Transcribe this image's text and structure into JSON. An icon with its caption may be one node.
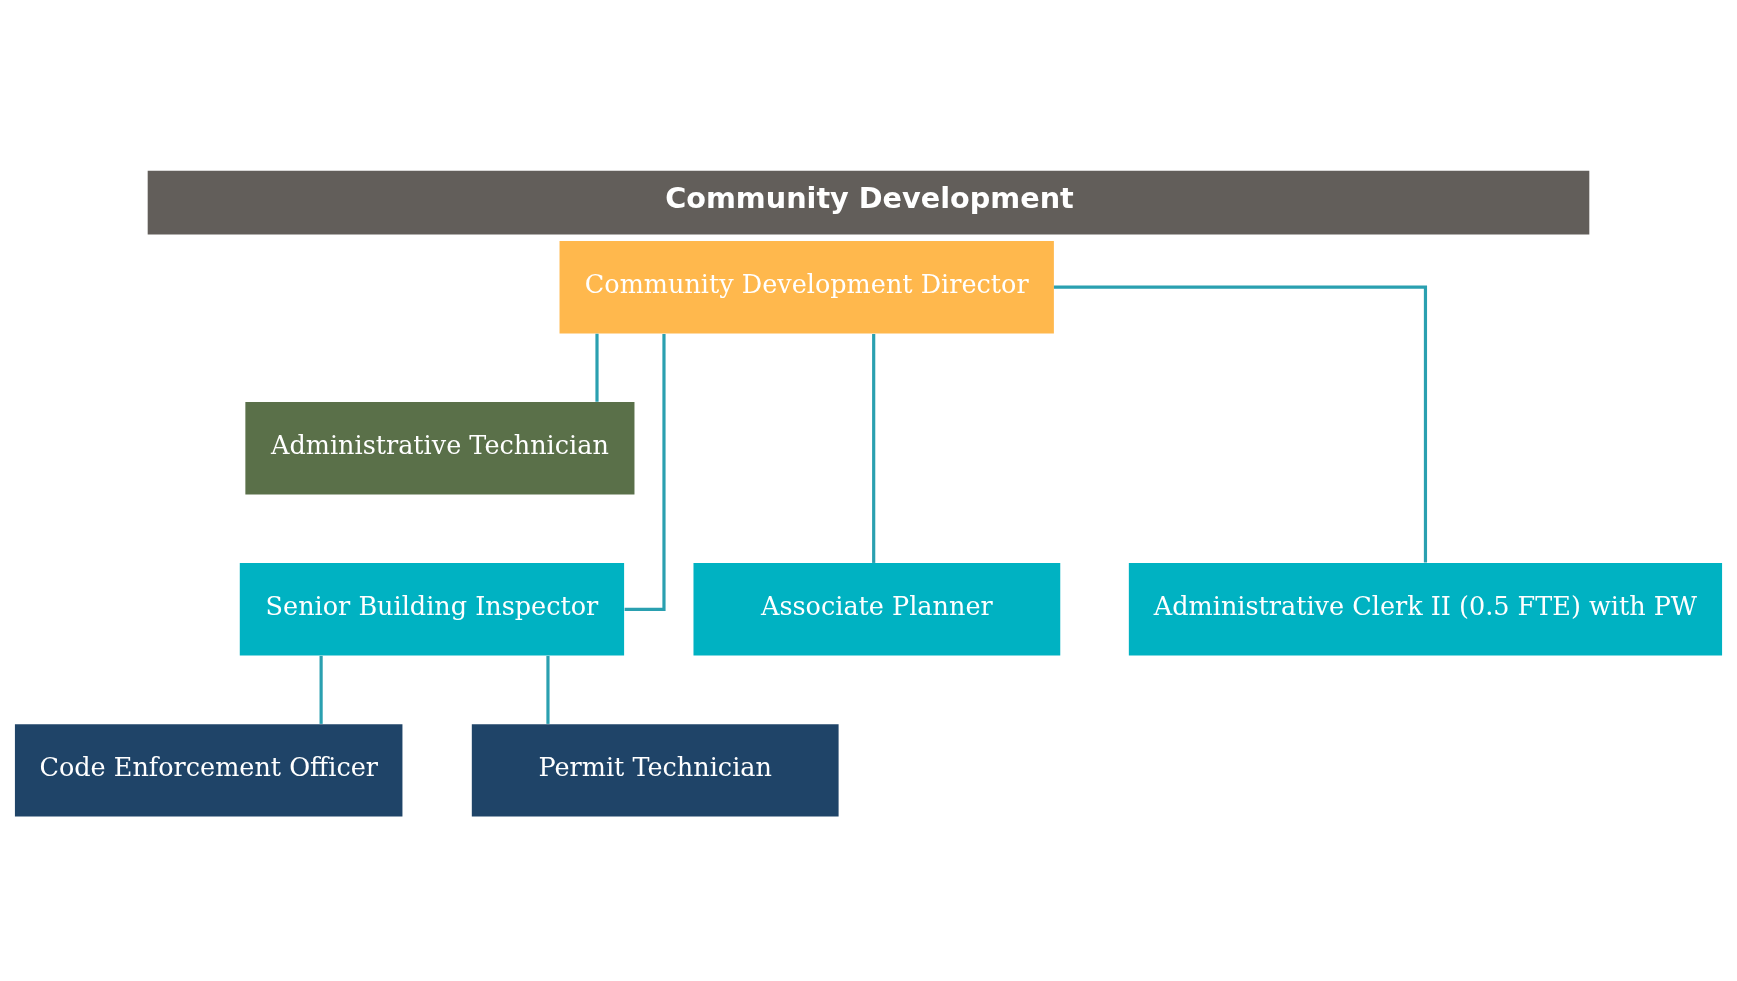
{
  "diagram": {
    "title": "Community Development",
    "nodes": [
      {
        "text": [
          "Community Development Director"
        ]
      },
      {
        "text": [
          "Administrative Technician"
        ]
      },
      {
        "text": [
          "Senior Building Inspector"
        ]
      },
      {
        "text": [
          "Associate Planner"
        ]
      },
      {
        "text": [
          "Administrative Clerk II (0.5 FTE) with PW"
        ]
      },
      {
        "text": [
          "Code Enforcement Officer"
        ]
      },
      {
        "text": [
          "Permit Technician"
        ]
      }
    ],
    "edges": [
      {
        "from": 0,
        "to": 1,
        "arrow": "none"
      },
      {
        "from": 0,
        "to": 2,
        "arrow": "none"
      },
      {
        "from": 0,
        "to": 3,
        "arrow": "none"
      },
      {
        "from": 0,
        "to": 4,
        "arrow": "none"
      },
      {
        "from": 2,
        "to": 5,
        "arrow": "none"
      },
      {
        "from": 2,
        "to": 6,
        "arrow": "none"
      }
    ]
  }
}
